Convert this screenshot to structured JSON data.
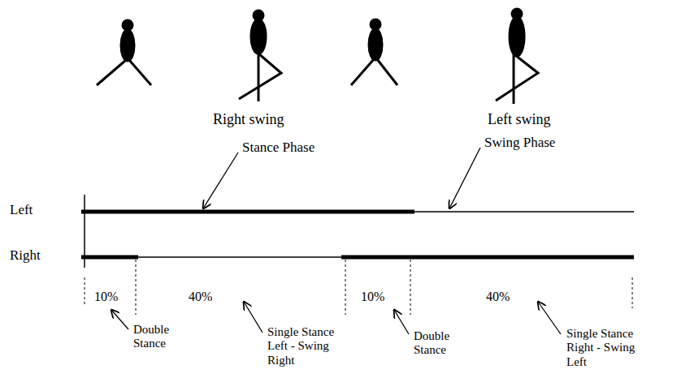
{
  "diagram": {
    "labels": [
      "Right swing",
      "Left swing",
      "Stance Phase",
      "Swing Phase",
      "Left",
      "Right",
      "10%",
      "40%",
      "10%",
      "40%",
      "Double Stance",
      "Single Stance Left - Swing Right",
      "Double Stance",
      "Single Stance Right - Swing Left"
    ]
  }
}
